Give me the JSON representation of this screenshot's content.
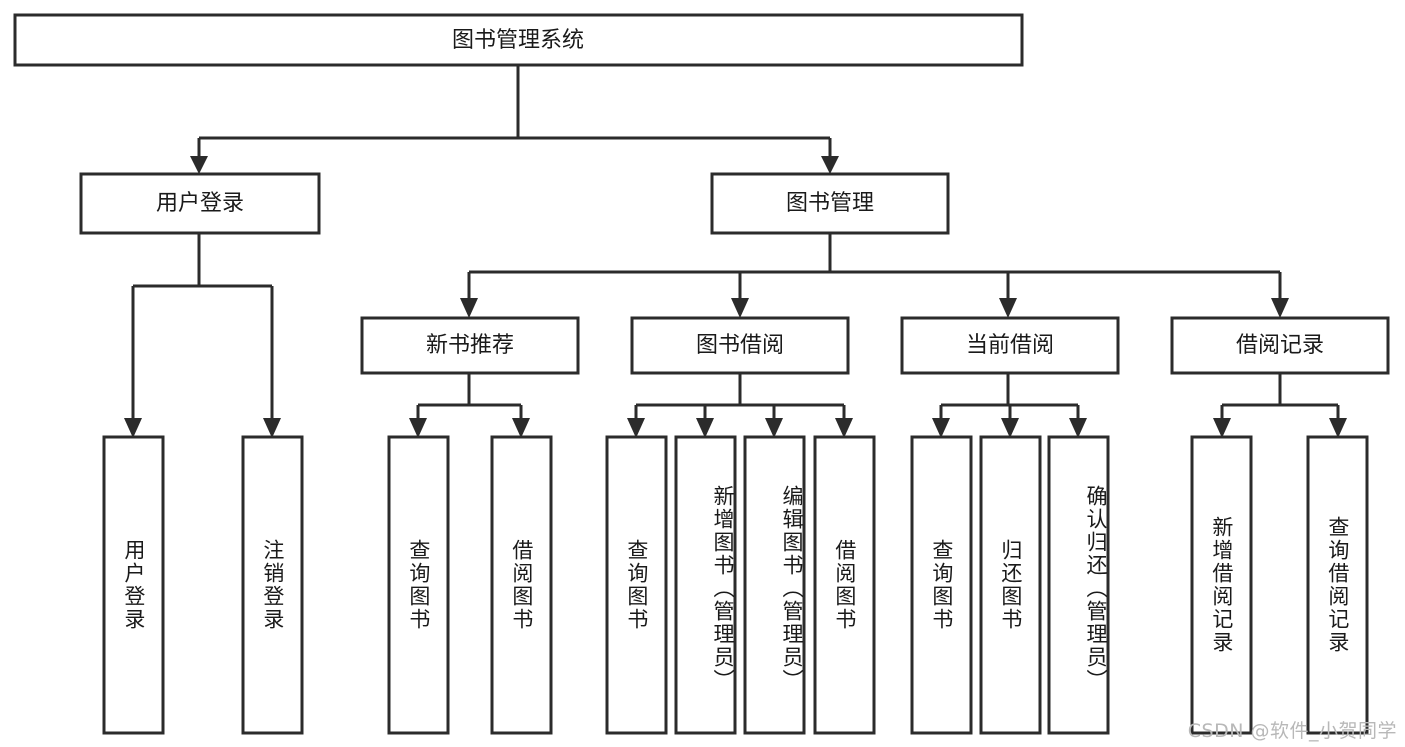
{
  "diagram": {
    "type": "tree",
    "title": "图书管理系统",
    "root": {
      "id": "root",
      "label": "图书管理系统",
      "orientation": "horizontal"
    },
    "level1": [
      {
        "id": "user-login",
        "label": "用户登录",
        "orientation": "horizontal"
      },
      {
        "id": "book-management",
        "label": "图书管理",
        "orientation": "horizontal"
      }
    ],
    "level2": [
      {
        "id": "new-book-recommend",
        "label": "新书推荐",
        "parent": "book-management",
        "orientation": "horizontal"
      },
      {
        "id": "book-borrow",
        "label": "图书借阅",
        "parent": "book-management",
        "orientation": "horizontal"
      },
      {
        "id": "current-borrow",
        "label": "当前借阅",
        "parent": "book-management",
        "orientation": "horizontal"
      },
      {
        "id": "borrow-record",
        "label": "借阅记录",
        "parent": "book-management",
        "orientation": "horizontal"
      }
    ],
    "leaves": [
      {
        "id": "leaf-user-login",
        "label": "用户登录",
        "parent": "user-login",
        "orientation": "vertical"
      },
      {
        "id": "leaf-user-logout",
        "label": "注销登录",
        "parent": "user-login",
        "orientation": "vertical"
      },
      {
        "id": "leaf-query-book-1",
        "label": "查询图书",
        "parent": "new-book-recommend",
        "orientation": "vertical"
      },
      {
        "id": "leaf-borrow-book-1",
        "label": "借阅图书",
        "parent": "new-book-recommend",
        "orientation": "vertical"
      },
      {
        "id": "leaf-query-book-2",
        "label": "查询图书",
        "parent": "book-borrow",
        "orientation": "vertical"
      },
      {
        "id": "leaf-add-book",
        "label": "新增图书（管理员）",
        "parent": "book-borrow",
        "orientation": "vertical"
      },
      {
        "id": "leaf-edit-book",
        "label": "编辑图书（管理员）",
        "parent": "book-borrow",
        "orientation": "vertical"
      },
      {
        "id": "leaf-borrow-book-2",
        "label": "借阅图书",
        "parent": "book-borrow",
        "orientation": "vertical"
      },
      {
        "id": "leaf-query-book-3",
        "label": "查询图书",
        "parent": "current-borrow",
        "orientation": "vertical"
      },
      {
        "id": "leaf-return-book",
        "label": "归还图书",
        "parent": "current-borrow",
        "orientation": "vertical"
      },
      {
        "id": "leaf-confirm-return",
        "label": "确认归还（管理员）",
        "parent": "current-borrow",
        "orientation": "vertical"
      },
      {
        "id": "leaf-add-record",
        "label": "新增借阅记录",
        "parent": "borrow-record",
        "orientation": "vertical"
      },
      {
        "id": "leaf-query-record",
        "label": "查询借阅记录",
        "parent": "borrow-record",
        "orientation": "vertical"
      }
    ],
    "colors": {
      "background": "#ffffff",
      "box_fill": "#ffffff",
      "box_stroke": "#2b2b2b",
      "connector": "#2b2b2b",
      "text": "#1a1a1a",
      "watermark": "#b8b8b8"
    }
  },
  "watermark": {
    "text": "CSDN @软件_小贺同学"
  }
}
